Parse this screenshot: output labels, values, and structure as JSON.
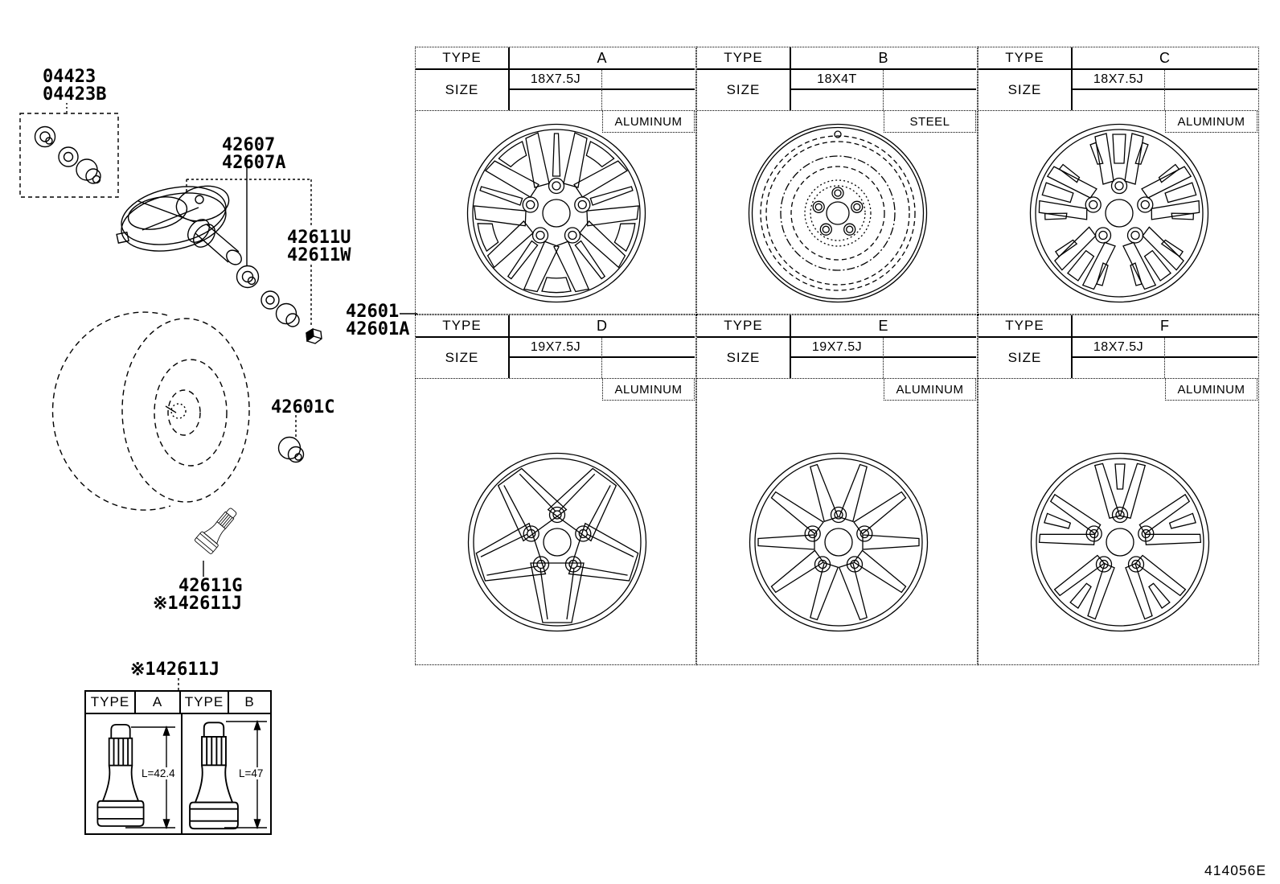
{
  "page": {
    "background": "#ffffff",
    "line_color": "#000000",
    "doc_number": "414056E"
  },
  "part_labels": {
    "lug_nut_kit": [
      "04423",
      "04423B"
    ],
    "tpms_sensor": [
      "42607",
      "42607A"
    ],
    "valve_nut_set": [
      "42611U",
      "42611W"
    ],
    "wheel_disc": [
      "42601",
      "42601A"
    ],
    "wheel_nut": [
      "42601C"
    ],
    "valve_stem": [
      "42611G",
      "※142611J"
    ],
    "valve_table_ref": "※142611J"
  },
  "valve_table": {
    "columns": [
      {
        "header": "TYPE",
        "value": "A",
        "dimension": "L=42.4"
      },
      {
        "header": "TYPE",
        "value": "B",
        "dimension": "L=47"
      }
    ]
  },
  "wheel_table": {
    "type_label": "TYPE",
    "size_label": "SIZE",
    "panels": [
      {
        "type": "A",
        "size": "18X7.5J",
        "material": "ALUMINUM",
        "wheel_icon": "five-double-spoke-alloy-wheel"
      },
      {
        "type": "B",
        "size": "18X4T",
        "material": "STEEL",
        "wheel_icon": "steel-spare-wheel"
      },
      {
        "type": "C",
        "size": "18X7.5J",
        "material": "ALUMINUM",
        "wheel_icon": "five-split-spoke-alloy-wheel"
      },
      {
        "type": "D",
        "size": "19X7.5J",
        "material": "ALUMINUM",
        "wheel_icon": "five-wide-spoke-alloy-wheel"
      },
      {
        "type": "E",
        "size": "19X7.5J",
        "material": "ALUMINUM",
        "wheel_icon": "ten-spoke-alloy-wheel"
      },
      {
        "type": "F",
        "size": "18X7.5J",
        "material": "ALUMINUM",
        "wheel_icon": "ten-v-spoke-alloy-wheel"
      }
    ]
  }
}
